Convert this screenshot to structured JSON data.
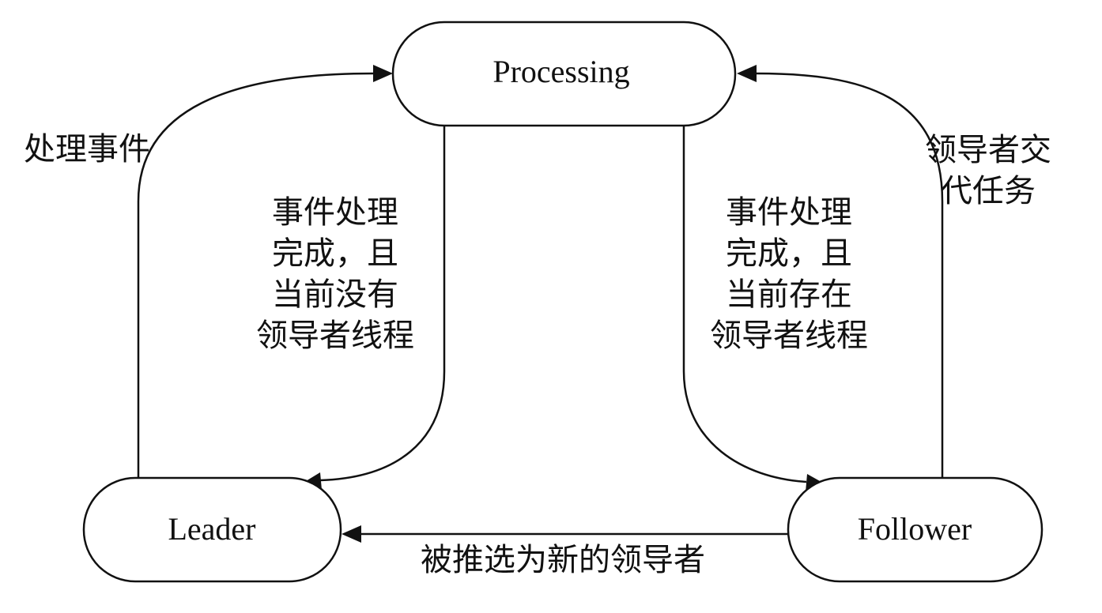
{
  "nodes": {
    "processing": "Processing",
    "leader": "Leader",
    "follower": "Follower"
  },
  "edges": {
    "leader_to_processing": [
      "处理事件"
    ],
    "processing_to_leader": [
      "事件处理",
      "完成，且",
      "当前没有",
      "领导者线程"
    ],
    "processing_to_follower": [
      "事件处理",
      "完成，且",
      "当前存在",
      "领导者线程"
    ],
    "follower_to_processing": [
      "领导者交",
      "代任务"
    ],
    "follower_to_leader": [
      "被推选为新的领导者"
    ]
  },
  "colors": {
    "stroke": "#111111",
    "background": "#ffffff"
  }
}
